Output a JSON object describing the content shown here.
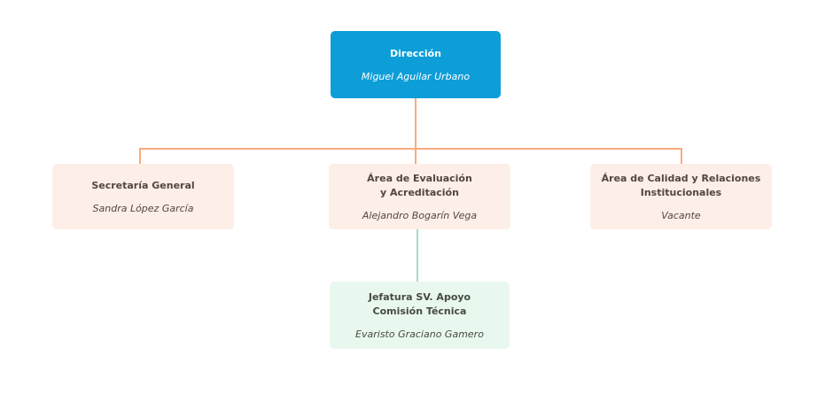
{
  "theme": {
    "background": "#ffffff",
    "root_fill": "#0d9ed8",
    "root_text": "#ffffff",
    "branch_fill": "#fdeee7",
    "branch_text": "#50473f",
    "leaf_fill": "#e9f8ef",
    "leaf_text": "#474b42",
    "orange_connector": "#fbab7e",
    "green_connector": "#a7dec0"
  },
  "nodes": {
    "direccion": {
      "title": "Dirección",
      "person": "Miguel Aguilar Urbano"
    },
    "secretaria_general": {
      "title": "Secretaría General",
      "person": "Sandra López García"
    },
    "evaluacion_acreditacion": {
      "title": "Área de Evaluación\ny Acreditación",
      "person": "Alejandro Bogarín Vega"
    },
    "calidad_relaciones": {
      "title": "Área de Calidad y Relaciones\nInstitucionales",
      "person": "Vacante"
    },
    "jefatura_apoyo": {
      "title": "Jefatura SV. Apoyo\nComisión Técnica",
      "person": "Evaristo Graciano Gamero"
    }
  },
  "hierarchy": [
    {
      "parent": "direccion",
      "child": "secretaria_general"
    },
    {
      "parent": "direccion",
      "child": "evaluacion_acreditacion"
    },
    {
      "parent": "direccion",
      "child": "calidad_relaciones"
    },
    {
      "parent": "evaluacion_acreditacion",
      "child": "jefatura_apoyo"
    }
  ]
}
